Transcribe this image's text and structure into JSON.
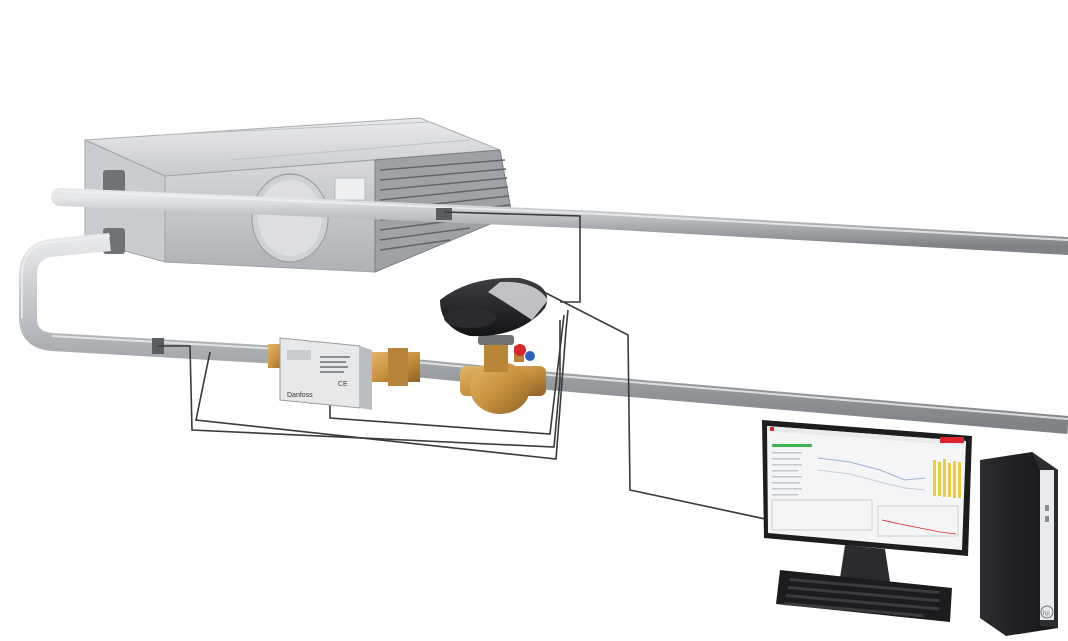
{
  "colors": {
    "pipe": "#b9bcc0",
    "pipe_dark": "#8f9397",
    "unit": "#d7d9dc",
    "unit_dark": "#a8acb0",
    "brass": "#c9923f",
    "brass_dark": "#8e6226",
    "cable": "#3a3a3a",
    "monitor": "#1d1d1f",
    "accent_red": "#d8262c",
    "accent_green": "#3fb84a",
    "accent_yellow": "#e6cf3f",
    "tower": "#202124"
  },
  "icons": {
    "meter_logo": "danfoss-logo-icon",
    "tower_logo": "hp-logo-icon"
  },
  "meter": {
    "brand": "Danfoss",
    "ce_mark": "CE"
  },
  "tower": {
    "logo_text": "hp"
  }
}
